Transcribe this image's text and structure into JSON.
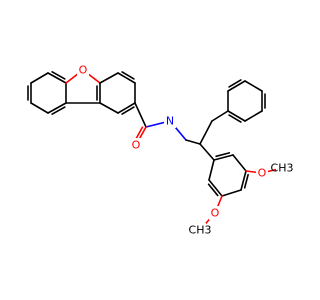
{
  "molecule": {
    "colors": {
      "carbon": "#000000",
      "oxygen": "#ff0000",
      "nitrogen": "#0000ff",
      "background": "#ffffff"
    },
    "atom_labels": {
      "furan_o": "O",
      "amide_o": "O",
      "amide_n": "N",
      "methoxy_o1": "O",
      "methoxy_o2": "O",
      "methoxy_c1": "CH3",
      "methoxy_c2": "CH3"
    }
  }
}
